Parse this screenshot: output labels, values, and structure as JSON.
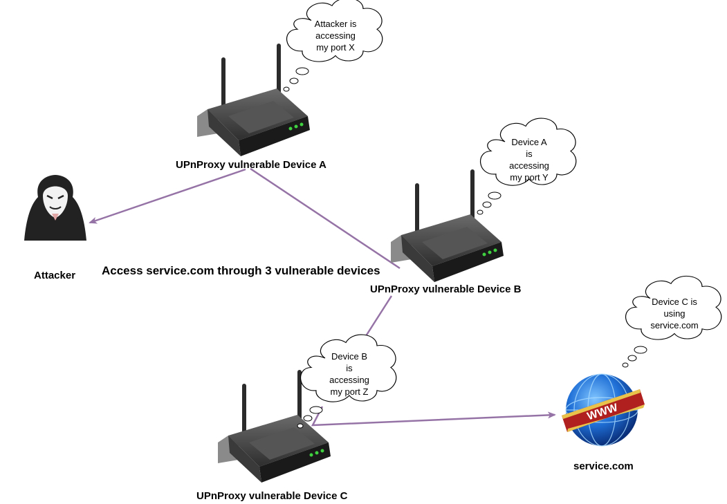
{
  "labels": {
    "device_a": "UPnProxy vulnerable Device A",
    "device_b": "UPnProxy vulnerable Device B",
    "device_c": "UPnProxy vulnerable Device C",
    "attacker": "Attacker",
    "service": "service.com",
    "title": "Access service.com through 3 vulnerable devices"
  },
  "clouds": {
    "a": [
      "Attacker is",
      "accessing",
      "my port X"
    ],
    "b": [
      "Device A",
      "is",
      "accessing",
      "my port Y"
    ],
    "c": [
      "Device B",
      "is",
      "accessing",
      "my port Z"
    ],
    "d": [
      "Device C is",
      "using",
      "service.com"
    ]
  },
  "globe_text": "WWW",
  "colors": {
    "connector": "#9673a6",
    "router_body": "#2b2b2b",
    "router_top": "#4a4a4a",
    "led": "#3fd13f",
    "globe": "#1f6fd6",
    "banner": "#b0201e"
  }
}
